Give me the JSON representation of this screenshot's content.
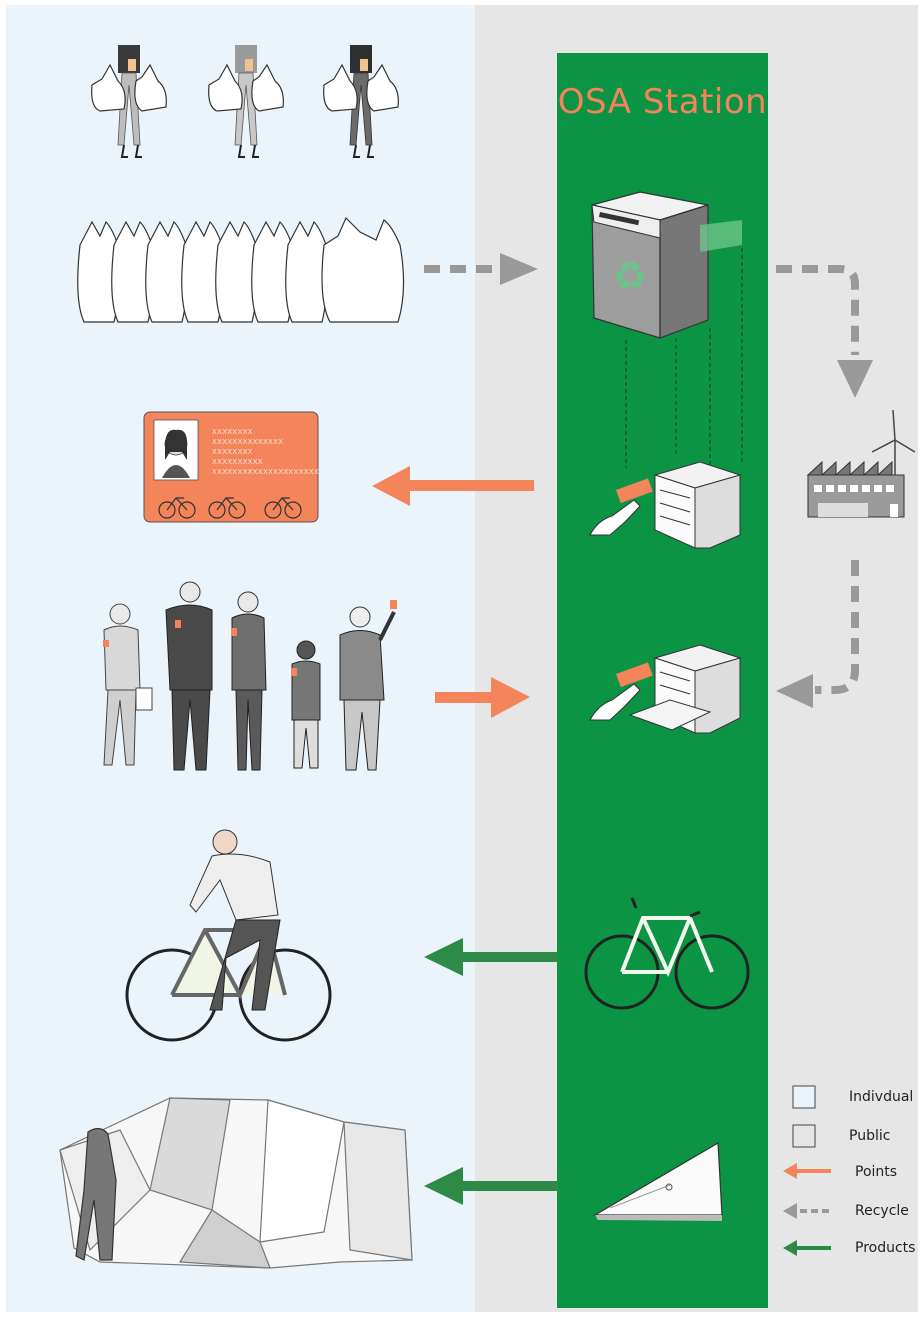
{
  "station": {
    "title": "OSA Station",
    "background": "#0b9444",
    "title_color": "#f4845a"
  },
  "regions": {
    "individual_color": "#eaf4fa",
    "public_color": "#e6e6e6"
  },
  "id_card": {
    "color": "#f4845a",
    "text_lines": [
      "XXXXXXXX",
      "XXXXXXXXXXXXXX",
      "XXXXXXXX",
      "XXXXXXXXXX",
      "XXXXXXXXXXXXXXXXXXXXX"
    ]
  },
  "legend": {
    "items": [
      {
        "label": "Indivdual",
        "icon": "square-light-blue"
      },
      {
        "label": "Public",
        "icon": "square-grey"
      },
      {
        "label": "Points",
        "icon": "arrow-left-orange"
      },
      {
        "label": "Recycle",
        "icon": "arrow-left-dashed-grey"
      },
      {
        "label": "Products",
        "icon": "arrow-left-green"
      }
    ]
  },
  "colors": {
    "points": "#f4845a",
    "recycle": "#999999",
    "products": "#2e8b47"
  }
}
